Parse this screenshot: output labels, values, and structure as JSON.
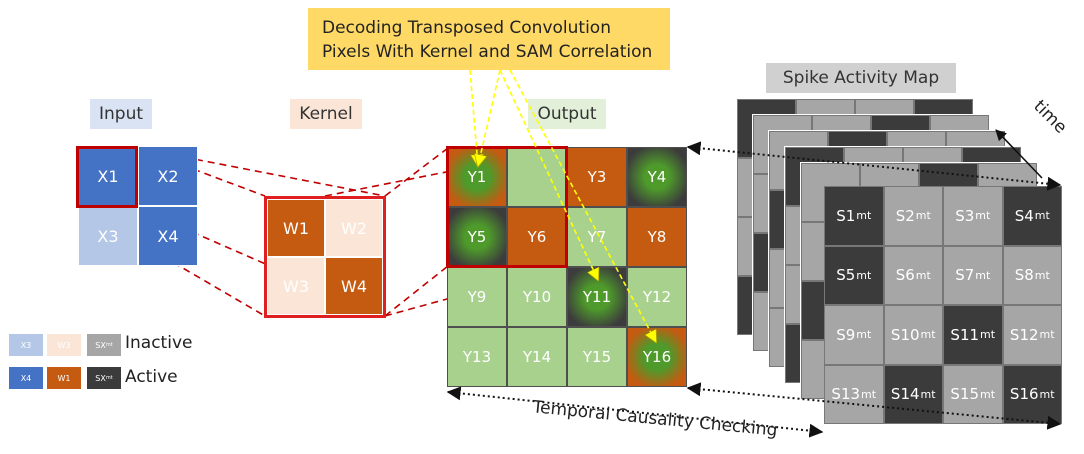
{
  "callout": {
    "line1": "Decoding Transposed Convolution",
    "line2": "Pixels With Kernel and SAM Correlation"
  },
  "labels": {
    "input": "Input",
    "kernel": "Kernel",
    "output": "Output",
    "spike_map": "Spike Activity Map",
    "time": "time",
    "temporal": "Temporal Causality Checking"
  },
  "input_cells": [
    {
      "label": "X1",
      "state": "active"
    },
    {
      "label": "X2",
      "state": "active"
    },
    {
      "label": "X3",
      "state": "inactive"
    },
    {
      "label": "X4",
      "state": "active"
    }
  ],
  "kernel_cells": [
    {
      "label": "W1",
      "state": "active"
    },
    {
      "label": "W2",
      "state": "inactive"
    },
    {
      "label": "W3",
      "state": "inactive"
    },
    {
      "label": "W4",
      "state": "active"
    }
  ],
  "output_cells": [
    {
      "label": "Y1",
      "fill": "orange-glow"
    },
    {
      "label": "",
      "fill": "light"
    },
    {
      "label": "Y3",
      "fill": "orange"
    },
    {
      "label": "Y4",
      "fill": "dark-glow"
    },
    {
      "label": "Y5",
      "fill": "dark-glow"
    },
    {
      "label": "Y6",
      "fill": "orange"
    },
    {
      "label": "Y7",
      "fill": "light"
    },
    {
      "label": "Y8",
      "fill": "orange"
    },
    {
      "label": "Y9",
      "fill": "light"
    },
    {
      "label": "Y10",
      "fill": "light"
    },
    {
      "label": "Y11",
      "fill": "dark-glow"
    },
    {
      "label": "Y12",
      "fill": "light"
    },
    {
      "label": "Y13",
      "fill": "light"
    },
    {
      "label": "Y14",
      "fill": "light"
    },
    {
      "label": "Y15",
      "fill": "light"
    },
    {
      "label": "Y16",
      "fill": "orange-glow"
    }
  ],
  "spike_cells": [
    {
      "label": "S1",
      "sub": "mt",
      "state": "active"
    },
    {
      "label": "S2",
      "sub": "mt",
      "state": "inactive"
    },
    {
      "label": "S3",
      "sub": "mt",
      "state": "inactive"
    },
    {
      "label": "S4",
      "sub": "mt",
      "state": "active"
    },
    {
      "label": "S5",
      "sub": "mt",
      "state": "active"
    },
    {
      "label": "S6",
      "sub": "mt",
      "state": "inactive"
    },
    {
      "label": "S7",
      "sub": "mt",
      "state": "inactive"
    },
    {
      "label": "S8",
      "sub": "mt",
      "state": "inactive"
    },
    {
      "label": "S9",
      "sub": "mt",
      "state": "inactive"
    },
    {
      "label": "S10",
      "sub": "mt",
      "state": "inactive"
    },
    {
      "label": "S11",
      "sub": "mt",
      "state": "active"
    },
    {
      "label": "S12",
      "sub": "mt",
      "state": "inactive"
    },
    {
      "label": "S13",
      "sub": "mt",
      "state": "inactive"
    },
    {
      "label": "S14",
      "sub": "mt",
      "state": "active"
    },
    {
      "label": "S15",
      "sub": "mt",
      "state": "inactive"
    },
    {
      "label": "S16",
      "sub": "mt",
      "state": "active"
    }
  ],
  "legend": {
    "inactive_label": "Inactive",
    "active_label": "Active",
    "inactive_input": "X3",
    "inactive_kernel": "W3",
    "inactive_spike": "SX",
    "inactive_spike_sub": "mt",
    "active_input": "X4",
    "active_kernel": "W1",
    "active_spike": "SX",
    "active_spike_sub": "mt"
  },
  "colors": {
    "input_active": "#4472c4",
    "input_inactive": "#b4c7e7",
    "kernel_active": "#c55a11",
    "kernel_inactive": "#fbe5d6",
    "output_light": "#a9d18e",
    "output_green": "#4e9a2b",
    "output_orange": "#c55a11",
    "output_dark": "#3c3c3c",
    "spike_active": "#3b3b3b",
    "spike_inactive": "#a6a6a6",
    "callout_bg": "#ffd966",
    "highlight_red": "#c00000",
    "arrow_yellow": "#ffff00",
    "label_input_bg": "#dae3f3",
    "label_kernel_bg": "#fbe5d6",
    "label_output_bg": "#e2f0d9",
    "label_spike_bg": "#d0d0d0"
  }
}
